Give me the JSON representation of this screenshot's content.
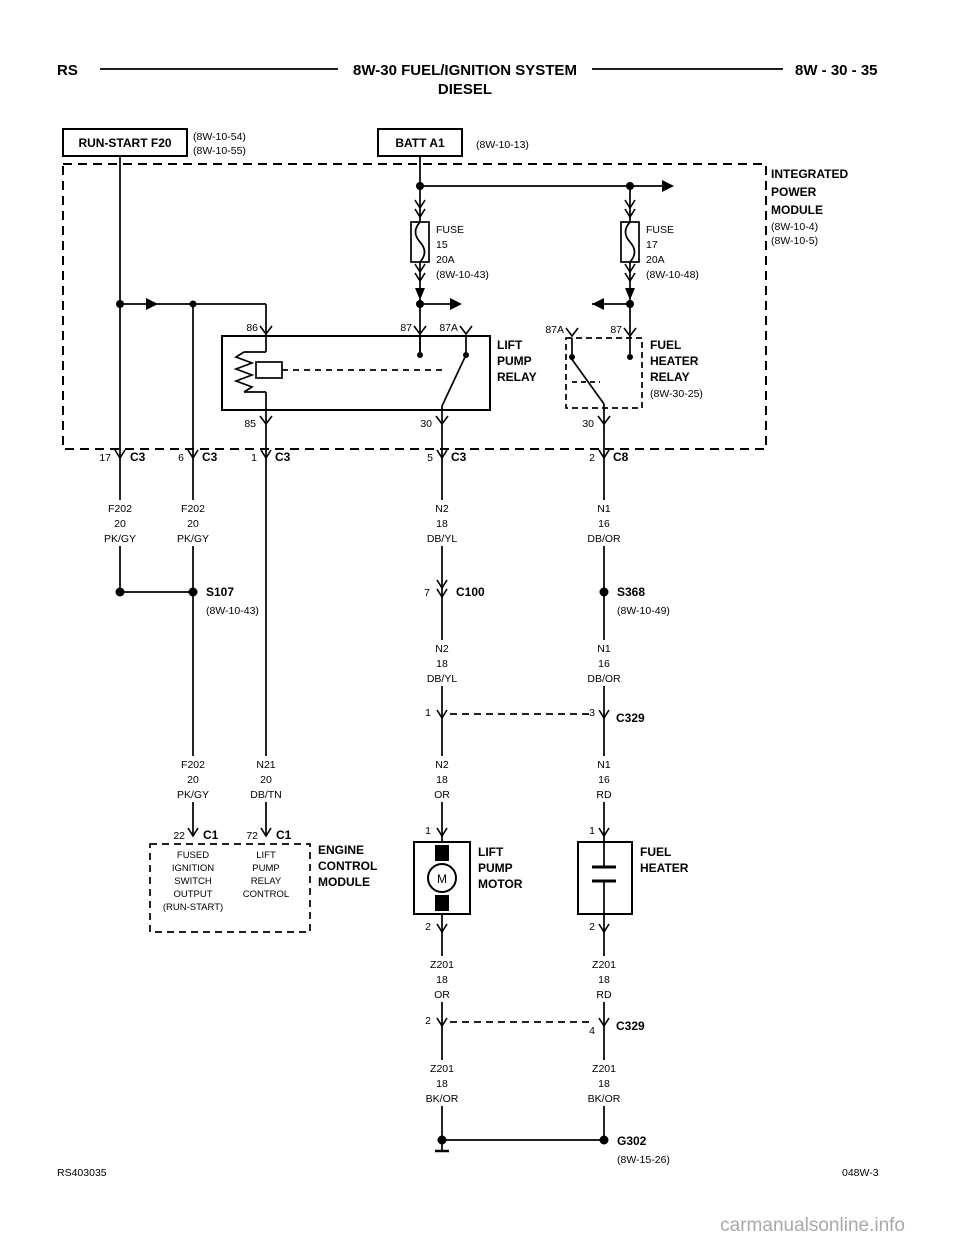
{
  "header": {
    "model": "RS",
    "title": "8W-30 FUEL/IGNITION SYSTEM",
    "subtitle": "DIESEL",
    "page_ref": "8W - 30 - 35"
  },
  "sources": {
    "run_start": {
      "label": "RUN-START F20",
      "ref1": "(8W-10-54)",
      "ref2": "(8W-10-55)"
    },
    "batt": {
      "label": "BATT A1",
      "ref": "(8W-10-13)"
    }
  },
  "ipm": {
    "name": [
      "INTEGRATED",
      "POWER",
      "MODULE"
    ],
    "refs": [
      "(8W-10-4)",
      "(8W-10-5)"
    ]
  },
  "fuses": [
    {
      "lines": [
        "FUSE",
        "15",
        "20A",
        "(8W-10-43)"
      ]
    },
    {
      "lines": [
        "FUSE",
        "17",
        "20A",
        "(8W-10-48)"
      ]
    }
  ],
  "lift_pump_relay": {
    "name": [
      "LIFT",
      "PUMP",
      "RELAY"
    ],
    "pin86": "86",
    "pin87": "87",
    "pin87a": "87A",
    "pin85": "85",
    "pin30": "30"
  },
  "fuel_heater_relay": {
    "name": [
      "FUEL",
      "HEATER",
      "RELAY"
    ],
    "ref": "(8W-30-25)",
    "pin87a": "87A",
    "pin87": "87",
    "pin30": "30"
  },
  "ipm_connectors": [
    {
      "pin": "17",
      "name": "C3"
    },
    {
      "pin": "6",
      "name": "C3"
    },
    {
      "pin": "1",
      "name": "C3"
    },
    {
      "pin": "5",
      "name": "C3"
    },
    {
      "pin": "2",
      "name": "C8"
    }
  ],
  "wires": {
    "f202_a": [
      "F202",
      "20",
      "PK/GY"
    ],
    "f202_b": [
      "F202",
      "20",
      "PK/GY"
    ],
    "f202_c": [
      "F202",
      "20",
      "PK/GY"
    ],
    "n21": [
      "N21",
      "20",
      "DB/TN"
    ],
    "n2_a": [
      "N2",
      "18",
      "DB/YL"
    ],
    "n2_b": [
      "N2",
      "18",
      "DB/YL"
    ],
    "n2_c": [
      "N2",
      "18",
      "OR"
    ],
    "z201_a": [
      "Z201",
      "18",
      "OR"
    ],
    "z201_b": [
      "Z201",
      "18",
      "BK/OR"
    ],
    "n1_a": [
      "N1",
      "16",
      "DB/OR"
    ],
    "n1_b": [
      "N1",
      "16",
      "DB/OR"
    ],
    "n1_c": [
      "N1",
      "16",
      "RD"
    ],
    "z201_c": [
      "Z201",
      "18",
      "RD"
    ],
    "z201_d": [
      "Z201",
      "18",
      "BK/OR"
    ]
  },
  "splices": {
    "s107": {
      "name": "S107",
      "ref": "(8W-10-43)"
    },
    "s368": {
      "name": "S368",
      "ref": "(8W-10-49)"
    }
  },
  "ground": {
    "name": "G302",
    "ref": "(8W-15-26)"
  },
  "c100": {
    "pin": "7",
    "name": "C100"
  },
  "c329_top": {
    "pin_left": "1",
    "pin_right": "3",
    "name": "C329"
  },
  "c329_bottom": {
    "pin_left": "2",
    "pin_right": "4",
    "name": "C329"
  },
  "ecm": {
    "name": [
      "ENGINE",
      "CONTROL",
      "MODULE"
    ],
    "pins": [
      {
        "pin": "22",
        "name": "C1"
      },
      {
        "pin": "72",
        "name": "C1"
      }
    ],
    "fn1": [
      "FUSED",
      "IGNITION",
      "SWITCH",
      "OUTPUT",
      "(RUN-START)"
    ],
    "fn2": [
      "LIFT",
      "PUMP",
      "RELAY",
      "CONTROL"
    ]
  },
  "lift_pump_motor": {
    "name": [
      "LIFT",
      "PUMP",
      "MOTOR"
    ],
    "pin_top": "1",
    "pin_bottom": "2",
    "symbol": "M"
  },
  "fuel_heater": {
    "name": [
      "FUEL",
      "HEATER"
    ],
    "pin_top": "1",
    "pin_bottom": "2"
  },
  "footer": {
    "doc_left": "RS403035",
    "doc_right": "048W-3",
    "watermark": "carmanualsonline.info"
  },
  "colors": {
    "ink": "#000000",
    "paper": "#ffffff",
    "watermark": "#a9a9a9"
  }
}
